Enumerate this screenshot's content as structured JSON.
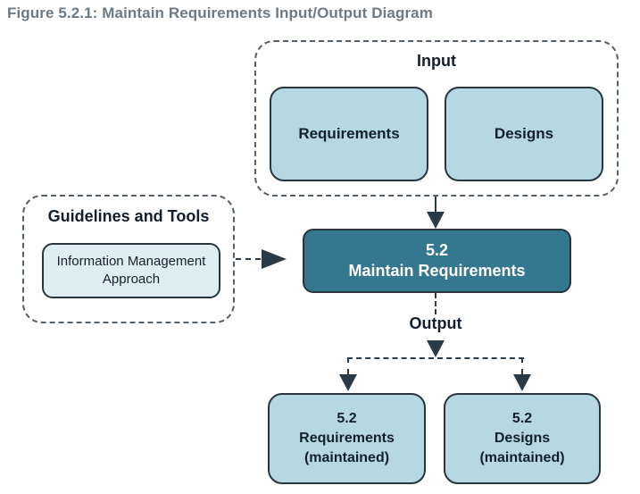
{
  "figure": {
    "title": "Figure 5.2.1: Maintain Requirements Input/Output Diagram"
  },
  "colors": {
    "title_text": "#6e7a83",
    "box_fill_light": "#b6d8e3",
    "box_fill_pale": "#dfeef4",
    "box_fill_teal": "#347890",
    "box_border": "#28343e",
    "dashed_border": "#555f69",
    "arrow": "#2a3a47",
    "text_dark": "#13202b",
    "text_light": "#ffffff"
  },
  "diagram": {
    "input_group": {
      "label": "Input",
      "boxes": [
        {
          "label": "Requirements"
        },
        {
          "label": "Designs"
        }
      ]
    },
    "guidelines_group": {
      "label": "Guidelines and Tools",
      "boxes": [
        {
          "line1": "Information Management",
          "line2": "Approach"
        }
      ]
    },
    "process_box": {
      "number": "5.2",
      "name": "Maintain Requirements"
    },
    "output_label": "Output",
    "output_boxes": [
      {
        "number": "5.2",
        "label": "Requirements",
        "qualifier": "(maintained)"
      },
      {
        "number": "5.2",
        "label": "Designs",
        "qualifier": "(maintained)"
      }
    ]
  }
}
